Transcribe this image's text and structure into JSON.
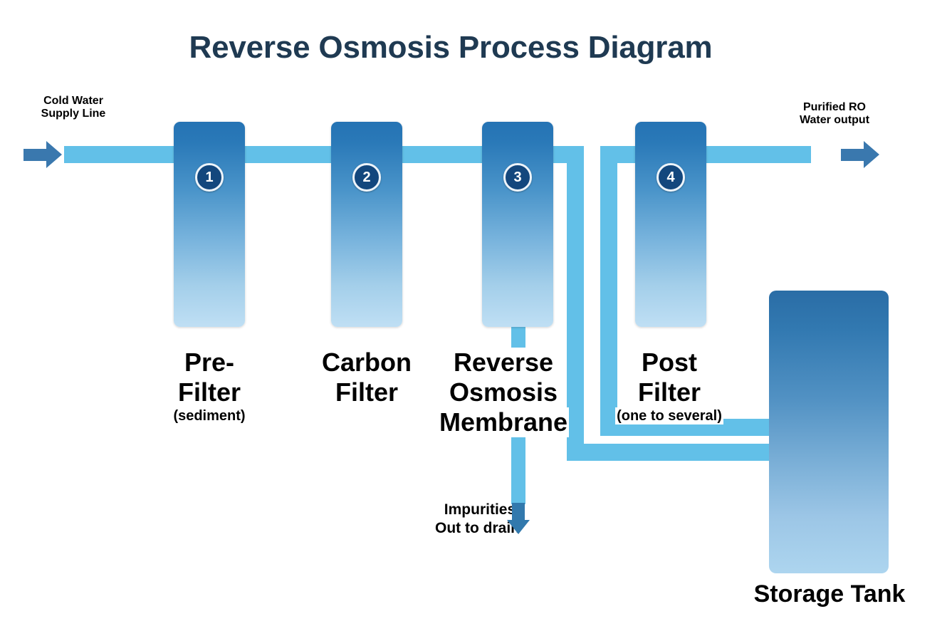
{
  "title": "Reverse Osmosis Process Diagram",
  "inlet": {
    "label_line1": "Cold Water",
    "label_line2": "Supply Line",
    "arrow_icon": "arrow-right-icon"
  },
  "outlet": {
    "label_line1": "Purified RO",
    "label_line2": "Water output",
    "arrow_icon": "arrow-right-icon"
  },
  "drain": {
    "label_line1": "Impurities,",
    "label_line2": "Out to drain",
    "arrow_icon": "arrow-down-icon"
  },
  "tank": {
    "label": "Storage Tank"
  },
  "stages": [
    {
      "number": "1",
      "name_line1": "Pre-",
      "name_line2": "Filter",
      "sub": "(sediment)"
    },
    {
      "number": "2",
      "name_line1": "Carbon",
      "name_line2": "Filter",
      "sub": ""
    },
    {
      "number": "3",
      "name_line1": "Reverse",
      "name_line2": "Osmosis",
      "name_line3": "Membrane",
      "sub": ""
    },
    {
      "number": "4",
      "name_line1": "Post",
      "name_line2": "Filter",
      "sub": "(one to several)"
    }
  ],
  "colors": {
    "title": "#1f3a52",
    "pipe": "#62c0e8",
    "arrow": "#3a78ae",
    "filter_top": "#2573b4",
    "filter_bottom": "#bfdff4",
    "badge": "#13477d",
    "tank_top": "#2a6da6",
    "tank_bottom": "#add5ef",
    "text": "#000000"
  }
}
